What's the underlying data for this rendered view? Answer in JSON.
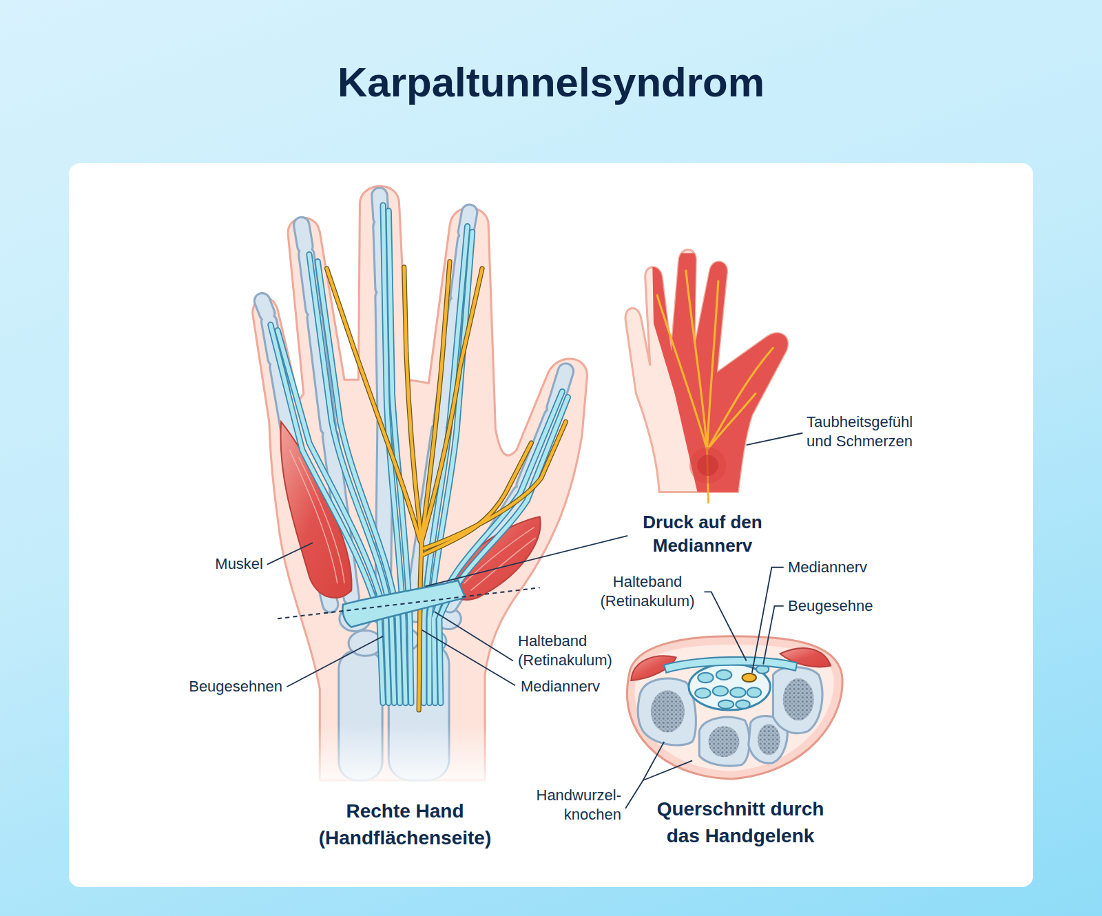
{
  "diagram": {
    "title": "Karpaltunnelsyndrom",
    "labels": [
      "Taubheitsgefühl und Schmerzen",
      "Druck auf den Mediannerv",
      "Mediannerv",
      "Halteband (Retinakulum)",
      "Beugesehne",
      "Muskel",
      "Halteband (Retinakulum)",
      "Mediannerv",
      "Beugesehnen",
      "Handwurzel- knochen",
      "Rechte Hand (Handflächenseite)",
      "Querschnitt durch das Handgelenk"
    ]
  }
}
